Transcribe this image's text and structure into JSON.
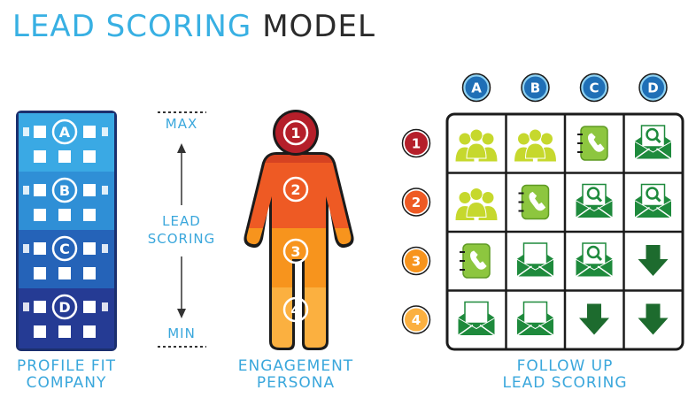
{
  "title": {
    "part1": "LEAD SCORING",
    "part2": "MODEL"
  },
  "profile_fit": {
    "caption_line1": "PROFILE FIT",
    "caption_line2": "COMPANY",
    "grades": [
      "A",
      "B",
      "C",
      "D"
    ],
    "colors": [
      "#3aa9e4",
      "#2f8fd6",
      "#2563b8",
      "#253b94"
    ]
  },
  "lead_scoring_scale": {
    "max_label": "MAX",
    "label_line1": "LEAD",
    "label_line2": "SCORING",
    "min_label": "MIN"
  },
  "persona": {
    "caption_line1": "ENGAGEMENT",
    "caption_line2": "PERSONA",
    "levels": [
      "1",
      "2",
      "3",
      "4"
    ],
    "colors": [
      "#b51f2a",
      "#ee5a24",
      "#f7941d",
      "#fbb040"
    ]
  },
  "follow_up": {
    "caption_line1": "FOLLOW UP",
    "caption_line2": "LEAD SCORING",
    "columns": [
      "A",
      "B",
      "C",
      "D"
    ],
    "rows": [
      "1",
      "2",
      "3",
      "4"
    ],
    "row_colors": [
      "#b51f2a",
      "#ee5a24",
      "#f7941d",
      "#fbb040"
    ],
    "cells": [
      [
        "people-group-icon",
        "people-group-icon",
        "phone-call-icon",
        "email-search-icon"
      ],
      [
        "people-group-icon",
        "phone-call-icon",
        "email-search-icon",
        "email-search-icon"
      ],
      [
        "phone-call-icon",
        "email-open-icon",
        "email-search-icon",
        "down-arrow-icon"
      ],
      [
        "email-open-icon",
        "email-open-icon",
        "down-arrow-icon",
        "down-arrow-icon"
      ]
    ]
  },
  "colors": {
    "blue_text": "#3aa7dc",
    "green_dark": "#1e8a3c",
    "green_light": "#8dc63f",
    "people_yellow": "#c6d82d",
    "column_badge": "#1f6fb6"
  }
}
